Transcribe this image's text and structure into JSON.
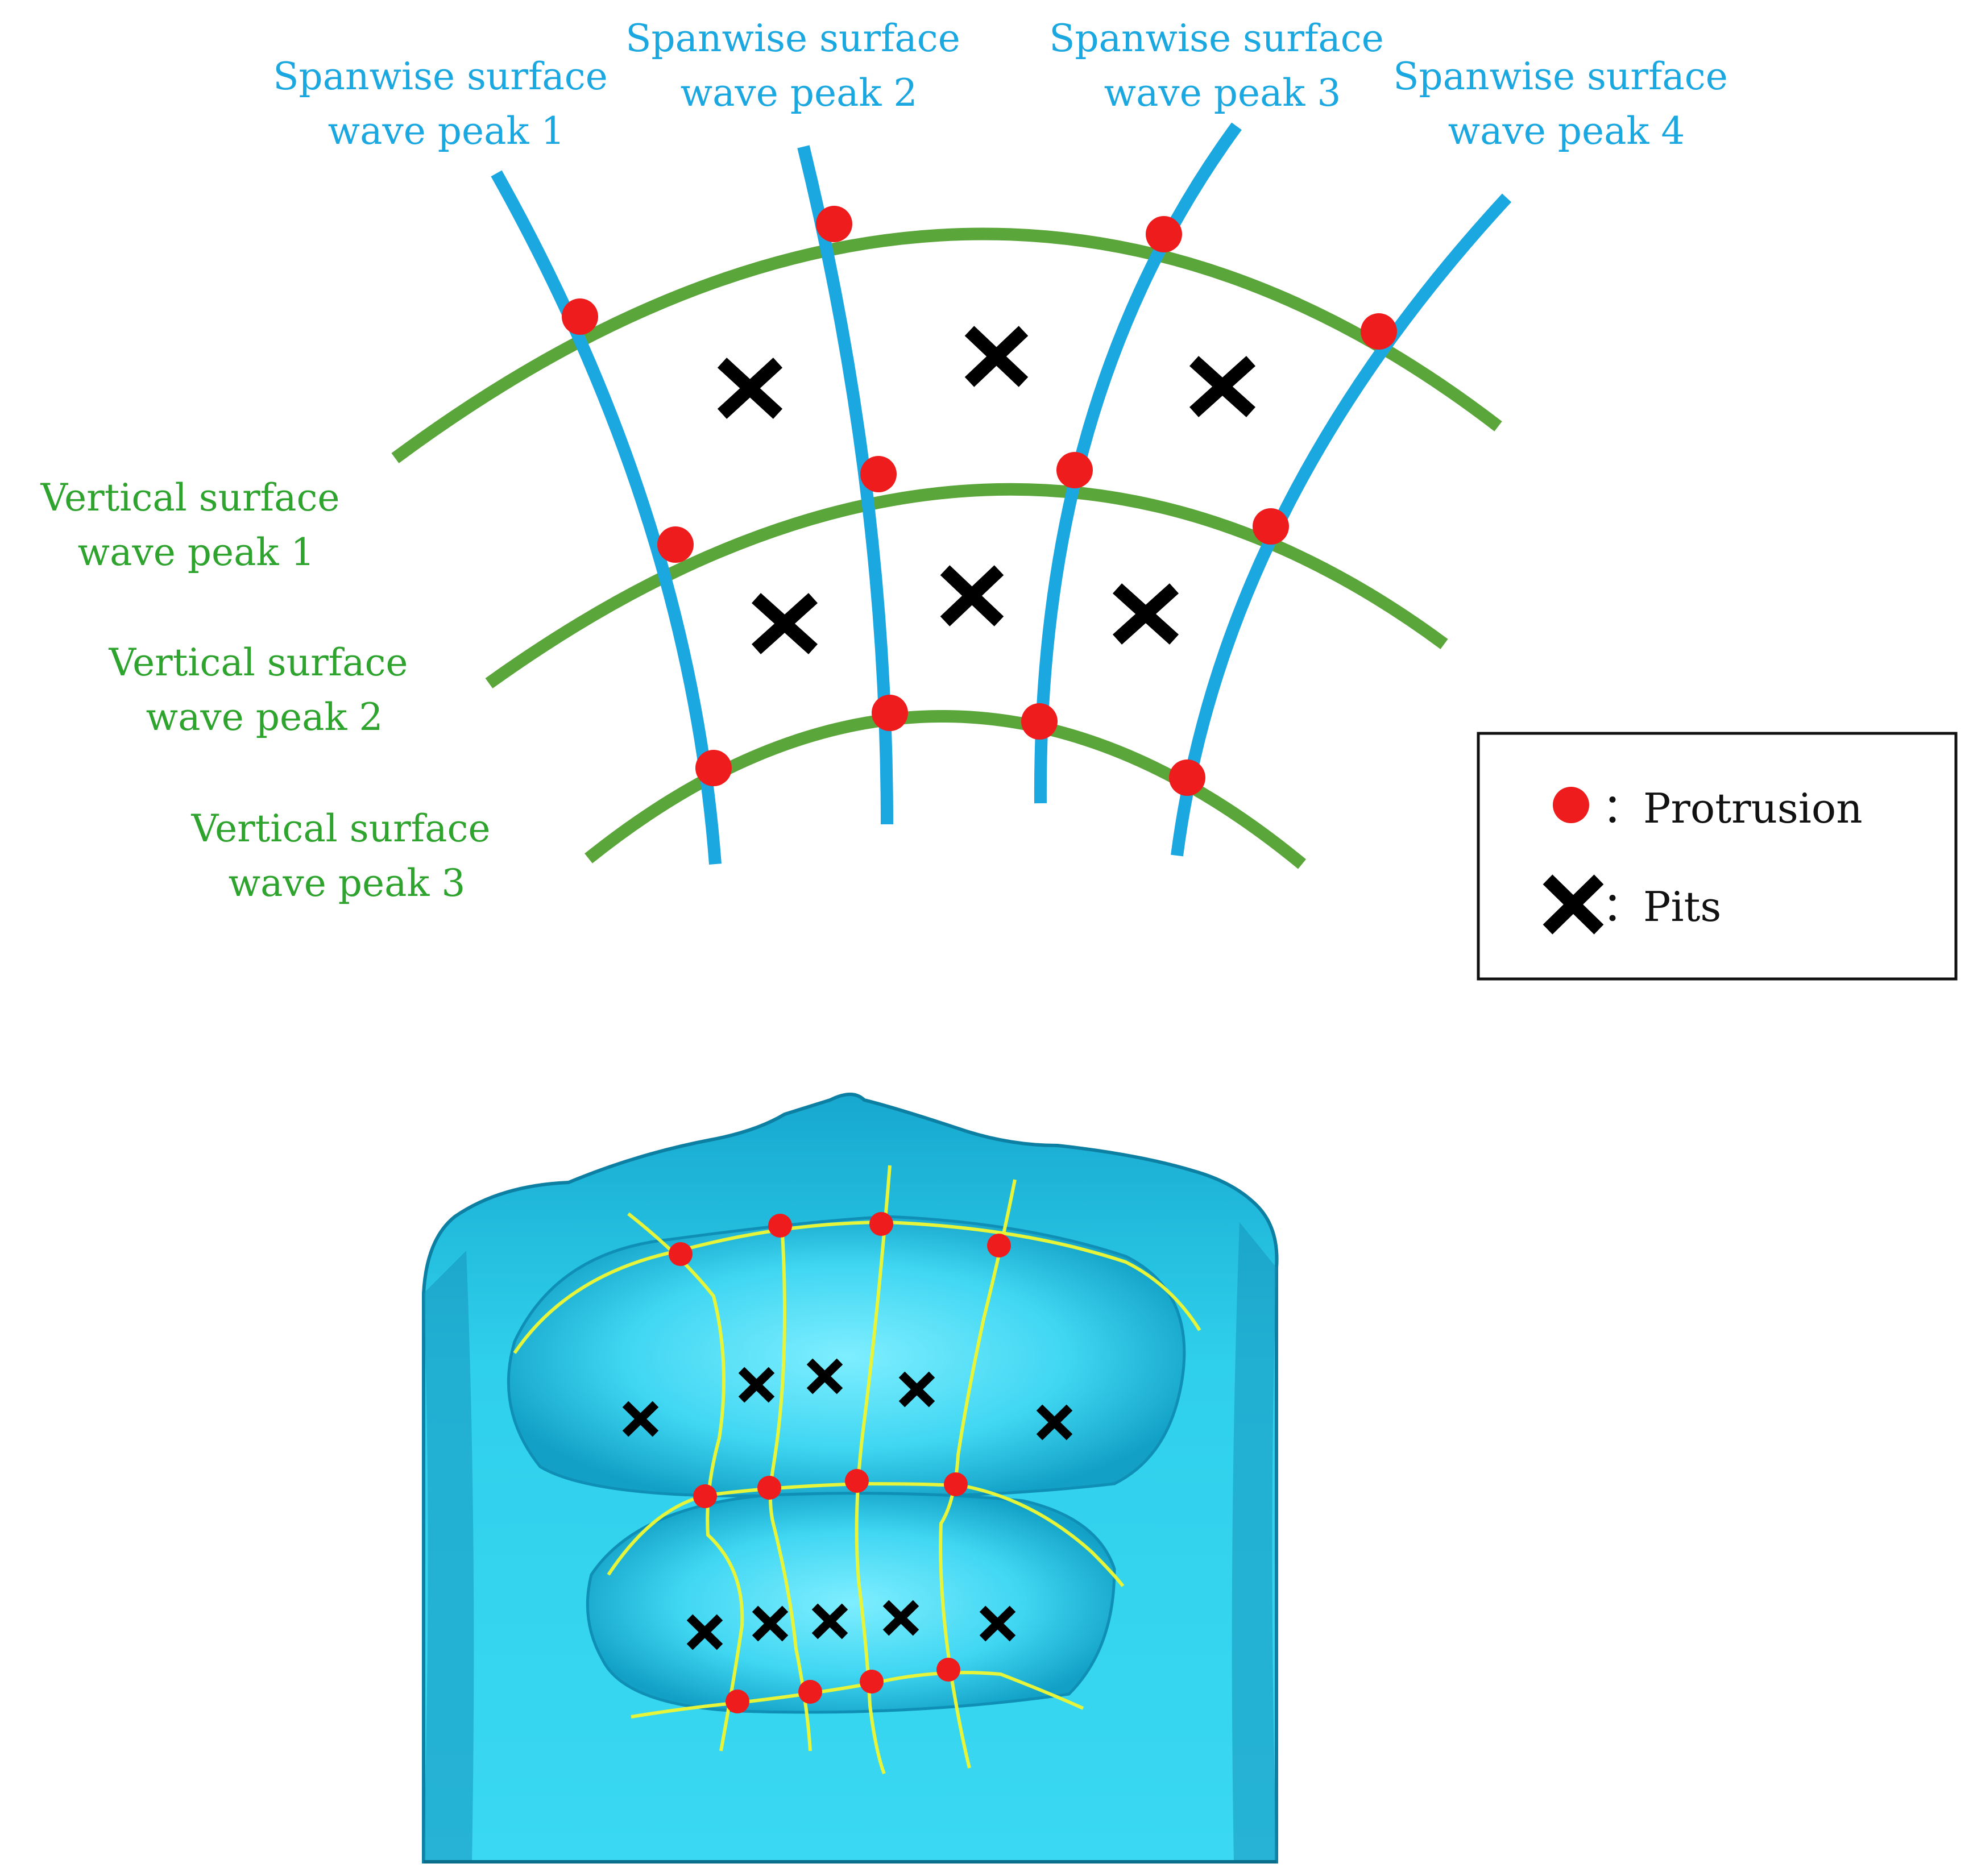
{
  "colors": {
    "spanwise_line": "#1ba7e0",
    "vertical_line": "#5aa63a",
    "protrusion": "#ee1c1c",
    "pit": "#000000",
    "specimen_surface": "#29c6e6",
    "specimen_dark": "#0f8fb5",
    "specimen_light": "#8ff0ff",
    "mesh_line": "#e6f53a",
    "legend_border": "#111111"
  },
  "spanwise_labels": [
    {
      "line1": "Spanwise surface",
      "line2": "wave peak 1"
    },
    {
      "line1": "Spanwise surface",
      "line2": "wave peak 2"
    },
    {
      "line1": "Spanwise surface",
      "line2": "wave peak 3"
    },
    {
      "line1": "Spanwise surface",
      "line2": "wave peak 4"
    }
  ],
  "vertical_labels": [
    {
      "line1": "Vertical surface",
      "line2": "wave peak 1"
    },
    {
      "line1": "Vertical surface",
      "line2": "wave peak 2"
    },
    {
      "line1": "Vertical surface",
      "line2": "wave peak 3"
    }
  ],
  "legend": {
    "protrusion_label": "：Protrusion",
    "pits_label": "：Pits",
    "protrusion_icon": "red-dot",
    "pits_icon": "black-cross"
  }
}
